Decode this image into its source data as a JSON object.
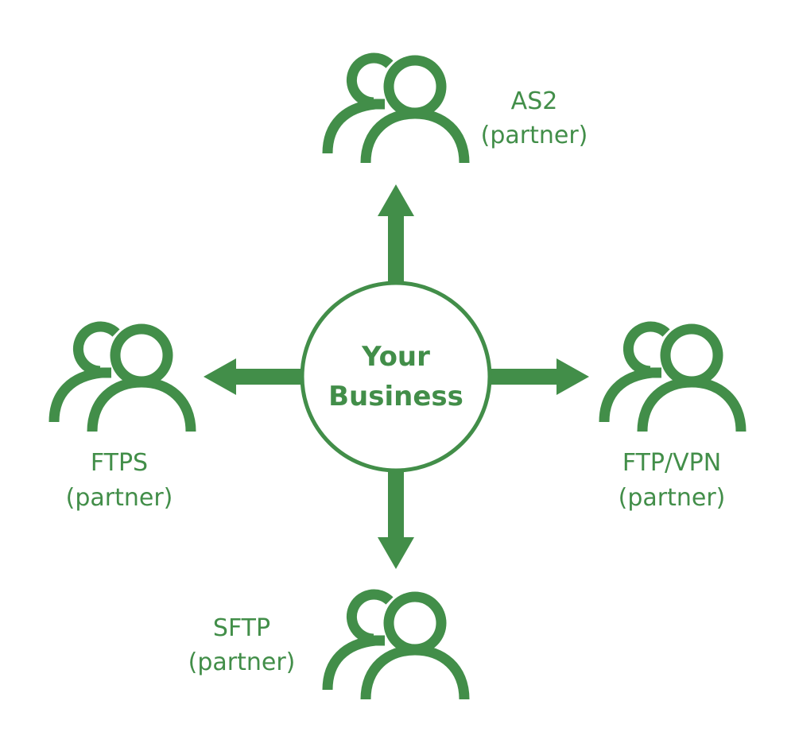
{
  "colors": {
    "primary": "#428e49",
    "background": "#ffffff"
  },
  "center": {
    "line1": "Your",
    "line2": "Business"
  },
  "partners": {
    "top": {
      "name": "AS2",
      "role": "(partner)",
      "icon": "users-icon"
    },
    "left": {
      "name": "FTPS",
      "role": "(partner)",
      "icon": "users-icon"
    },
    "right": {
      "name": "FTP/VPN",
      "role": "(partner)",
      "icon": "users-icon"
    },
    "bottom": {
      "name": "SFTP",
      "role": "(partner)",
      "icon": "users-icon"
    }
  }
}
